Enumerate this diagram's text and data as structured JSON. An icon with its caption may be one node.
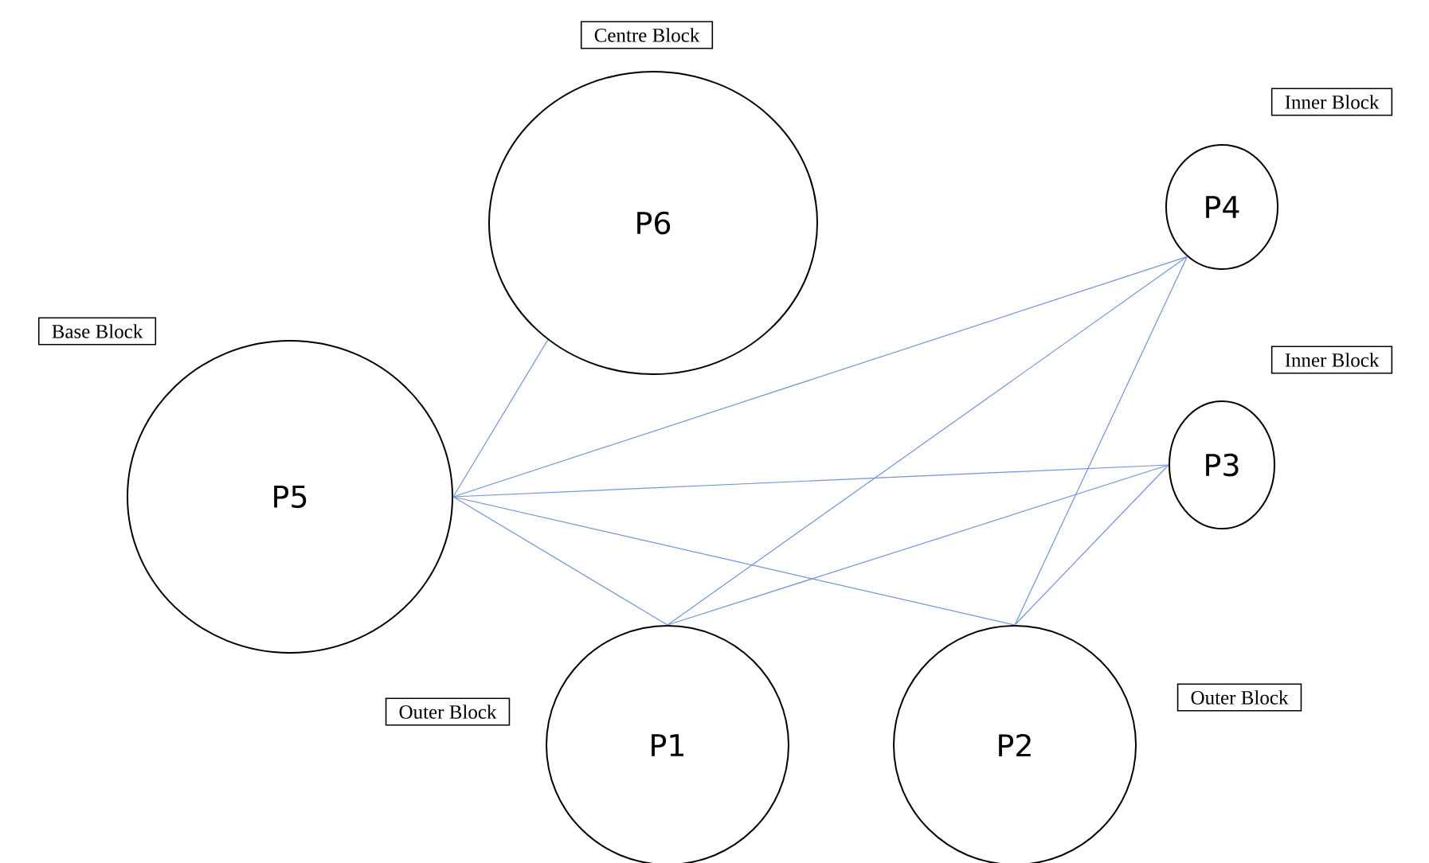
{
  "diagram": {
    "nodes": [
      {
        "text": [
          "P6"
        ],
        "beside": [
          "Centre Block"
        ]
      },
      {
        "text": [
          "P4"
        ],
        "beside": [
          "Inner Block"
        ]
      },
      {
        "text": [
          "P5"
        ],
        "beside": [
          "Base Block"
        ]
      },
      {
        "text": [
          "P3"
        ],
        "beside": [
          "Inner Block"
        ]
      },
      {
        "text": [
          "P1"
        ],
        "beside": [
          "Outer Block"
        ]
      },
      {
        "text": [
          "P2"
        ],
        "beside": [
          "Outer Block"
        ]
      }
    ],
    "edges": [
      {
        "from": 2,
        "to": 0,
        "arrow": "none"
      },
      {
        "from": 2,
        "to": 1,
        "arrow": "none"
      },
      {
        "from": 2,
        "to": 3,
        "arrow": "none"
      },
      {
        "from": 2,
        "to": 4,
        "arrow": "none"
      },
      {
        "from": 2,
        "to": 5,
        "arrow": "none"
      },
      {
        "from": 4,
        "to": 1,
        "arrow": "none"
      },
      {
        "from": 4,
        "to": 3,
        "arrow": "none"
      },
      {
        "from": 5,
        "to": 1,
        "arrow": "none"
      },
      {
        "from": 5,
        "to": 3,
        "arrow": "none"
      }
    ]
  }
}
